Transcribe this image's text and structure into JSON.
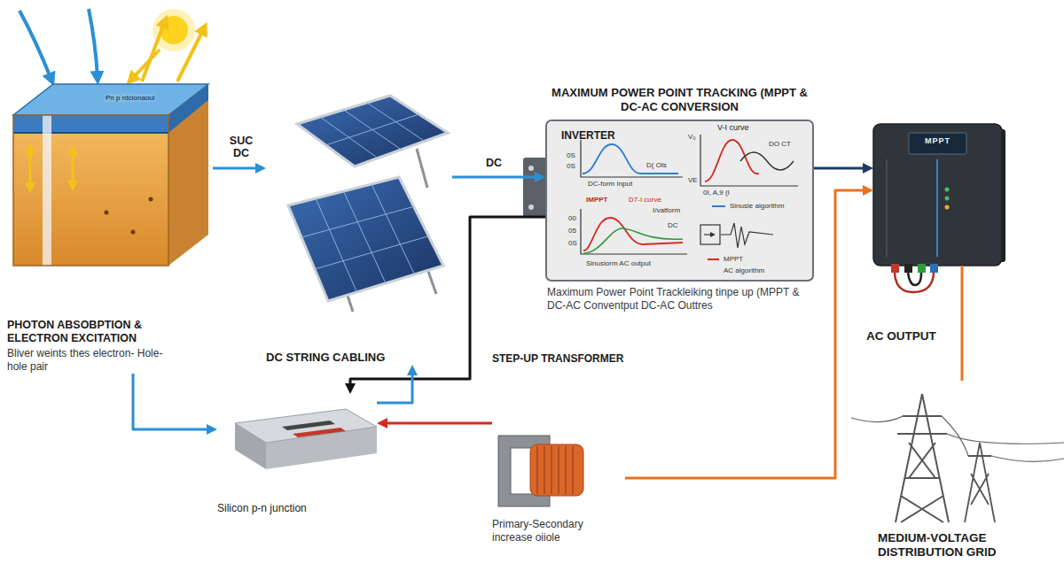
{
  "diagram": {
    "nodes": [
      {
        "text": [
          "PHOTON ABSOBPTION & ELECTRON EXCITATION",
          "Bliver weints thes electron- Hole-hole pair"
        ]
      },
      {
        "text": [
          "DC STRING CABLING"
        ]
      },
      {
        "text": [
          "MAXIMUM POWER POINT TRACKING (MPPT & DC-AC CONVERSION",
          "INVERTER",
          "Maximum Power Point Trackleiking tinpe up (MPPT & DC-AC Conventput DC-AC Outtres"
        ]
      },
      {
        "text": [
          "MPPT"
        ]
      },
      {
        "text": [
          "STEP-UP TRANSFORMER",
          "Primary-Secondary increase oiiole"
        ]
      },
      {
        "text": [
          "Silicon p-n junction"
        ]
      },
      {
        "text": [
          "MEDIUM-VOLTAGE DISTRIBUTION GRID"
        ]
      }
    ],
    "edges": [
      {
        "from": 0,
        "to": 1,
        "label": "SUC DC",
        "arrow": "to"
      },
      {
        "from": 1,
        "to": 2,
        "label": "DC",
        "arrow": "to"
      },
      {
        "from": 2,
        "to": 3,
        "arrow": "to"
      },
      {
        "from": 3,
        "to": 6,
        "label": "AC OUTPUT",
        "arrow": "none"
      },
      {
        "from": 4,
        "to": 3,
        "arrow": "to"
      },
      {
        "from": 4,
        "to": 5,
        "arrow": "to"
      },
      {
        "from": 2,
        "to": 5,
        "arrow": "to"
      },
      {
        "from": 5,
        "to": 1,
        "arrow": "to"
      },
      {
        "from": 0,
        "to": 5,
        "arrow": "to"
      }
    ],
    "labels": [
      "Pn p rdcionaoul",
      "0S",
      "0S",
      "DC-form Input",
      "D( Ols",
      "V-I curve",
      "V₀",
      "DO CT",
      "VE",
      "0I, A,9 (I",
      "IMPPT",
      "D7-I curve",
      "I/vatform",
      "00",
      "05",
      "0S",
      "DC",
      "Sinusiorm AC output",
      "AC algorithm"
    ],
    "legend": [
      {
        "text": "Sinusie algorithm"
      },
      {
        "text": "MPPT"
      }
    ]
  }
}
